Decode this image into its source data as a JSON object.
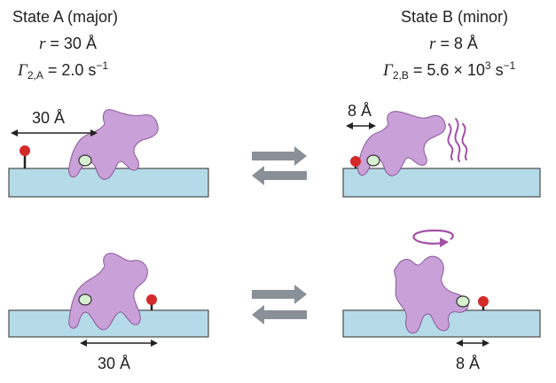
{
  "state_a": {
    "title": "State A (major)",
    "r_symbol": "r",
    "r_value": " = 30 Å",
    "gamma_symbol": "Γ",
    "gamma_sub": "2,A",
    "gamma_value": " = 2.0 s",
    "gamma_exp": "−1"
  },
  "state_b": {
    "title": "State B (minor)",
    "r_symbol": "r",
    "r_value": " = 8 Å",
    "gamma_symbol": "Γ",
    "gamma_sub": "2,B",
    "gamma_value": " = 5.6 × 10",
    "gamma_power": "3",
    "gamma_unit": " s",
    "gamma_exp": "−1"
  },
  "labels": {
    "top_left_distance": "30 Å",
    "top_right_distance": "8 Å",
    "bottom_left_distance": "30 Å",
    "bottom_right_distance": "8 Å"
  },
  "colors": {
    "protein": "#c9a0d8",
    "protein_stroke": "#8a5a9a",
    "membrane": "#b5dbe8",
    "membrane_stroke": "#4a4a4a",
    "spin_label": "#d42a2a",
    "spot": "#d6f0d0",
    "arrow": "#8a9098",
    "wiggle": "#a34fa8"
  }
}
